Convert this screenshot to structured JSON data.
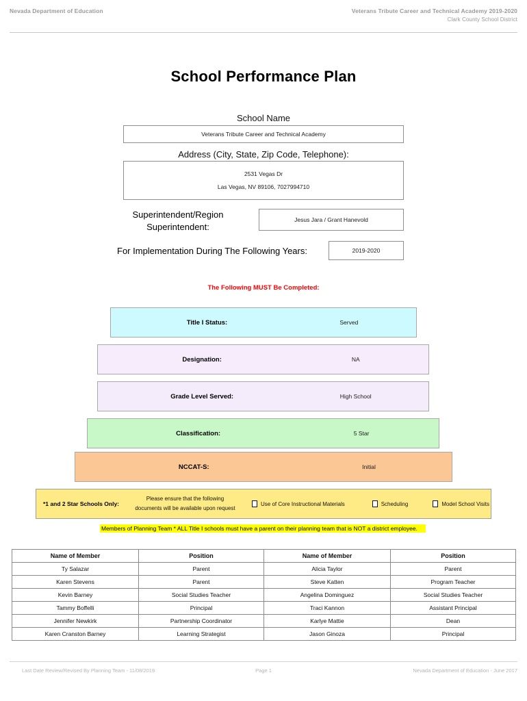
{
  "running_header": {
    "left": "Nevada Department of Education",
    "right_line1": "Veterans Tribute Career and Technical Academy  2019-2020",
    "right_line2": "Clark County School District"
  },
  "title": "School Performance Plan",
  "fields": {
    "school_name_label": "School Name",
    "school_name_value": "Veterans Tribute Career and Technical Academy",
    "address_label": "Address (City, State, Zip Code, Telephone):",
    "address_line1": "2531 Vegas Dr",
    "address_line2": "Las Vegas, NV  89106, 7027994710",
    "superintendent_label_line1": "Superintendent/Region",
    "superintendent_label_line2": "Superintendent:",
    "superintendent_value": "Jesus Jara / Grant Hanevold",
    "implementation_label": "For Implementation During The Following Years:",
    "implementation_value": "2019-2020"
  },
  "must_complete_note": "The Following MUST Be Completed:",
  "status_bars": [
    {
      "label": "Title I Status:",
      "value": "Served",
      "color": "#ccfaff"
    },
    {
      "label": "Designation:",
      "value": "NA",
      "color": "#f7ecfb"
    },
    {
      "label": "Grade Level Served:",
      "value": "High School",
      "color": "#f5ecfb"
    },
    {
      "label": "Classification:",
      "value": "5 Star",
      "color": "#c8f7c8"
    },
    {
      "label": "NCCAT-S:",
      "value": "Initial",
      "color": "#fbc795"
    }
  ],
  "star_panel": {
    "title": "*1 and 2 Star Schools Only:",
    "note_line1": "Please ensure that the following",
    "note_line2": "documents will be available upon request",
    "checkboxes": [
      "Use of Core Instructional Materials",
      "Scheduling",
      "Model School Visits"
    ]
  },
  "planning_team_note": "Members of Planning Team * ALL Title I schools must have a parent on their planning team that is NOT a district employee.",
  "members_table": {
    "headers": [
      "Name of Member",
      "Position",
      "Name of Member",
      "Position"
    ],
    "rows": [
      [
        "Ty Salazar",
        "Parent",
        "Alicia Taylor",
        "Parent"
      ],
      [
        "Karen Stevens",
        "Parent",
        "Steve Katten",
        "Program Teacher"
      ],
      [
        "Kevin Barney",
        "Social Studies Teacher",
        "Angelina Dominguez",
        "Social Studies Teacher"
      ],
      [
        "Tammy Boffelli",
        "Principal",
        "Traci Kannon",
        "Assistant Principal"
      ],
      [
        "Jennifer Newkirk",
        "Partnership Coordinator",
        "Karlye Mattie",
        "Dean"
      ],
      [
        "Karen Cranston Barney",
        "Learning Strategist",
        "Jason Ginoza",
        "Principal"
      ]
    ]
  },
  "running_footer": {
    "left": "Last Date Review/Revised By Planning Team - 11/08/2019",
    "center": "Page 1",
    "right": "Nevada Department of Education - June 2017"
  }
}
